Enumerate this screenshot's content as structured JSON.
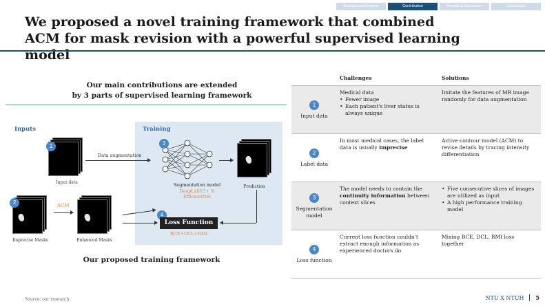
{
  "nav": {
    "tabs": [
      "Background Analysis",
      "Contribution",
      "Results & Discussion",
      "Conclusion"
    ],
    "active_index": 1
  },
  "title": "We proposed a novel training framework that combined ACM for mask revision with a powerful supervised learning model",
  "left": {
    "heading_line1": "Our main contributions are extended",
    "heading_line2": "by 3 parts of supervised learning framework",
    "inputs_label": "Inputs",
    "training_label": "Training",
    "input_data_caption": "Input data",
    "data_augmentation": "Data augmentation",
    "imprecise_masks_caption": "Imprecise Masks",
    "acm_label": "ACM",
    "enhanced_masks_caption": "Enhanced Masks",
    "segmentation_model_caption": "Segmentation model",
    "segmentation_model_sub": "DeepLabV3+ & EfficientNet",
    "prediction_caption": "Prediction",
    "loss_function": "Loss Function",
    "loss_sub": "BCE+DCL+RMI",
    "badges": [
      "1",
      "2",
      "3",
      "4"
    ],
    "footer_caption": "Our proposed training framework"
  },
  "table": {
    "headers": [
      "",
      "Challenges",
      "Solutions"
    ],
    "rows": [
      {
        "num": "1",
        "label": "Input data",
        "challenge_title": "Medical data",
        "challenge_bullets": [
          "Fewer image",
          "Each patient's liver status is always unique"
        ],
        "solution": "Imitate the features of MR image randomly for data augmentation"
      },
      {
        "num": "2",
        "label": "Label data",
        "challenge_pre": "In most medical cases, the label data is usually",
        "challenge_bold": "imprecise",
        "solution": "Active contour model (ACM) to revise details by tracing intensity differentiation"
      },
      {
        "num": "3",
        "label": "Segmentation model",
        "challenge_pre": "The model needs to contain the",
        "challenge_bold": "continuity information",
        "challenge_post": "between context slices",
        "solution_bullets": [
          "Five consecutive slices of images are utilized as input",
          "A high performance training model"
        ]
      },
      {
        "num": "4",
        "label": "Loss function",
        "challenge": "Current loss function couldn't extract enough information as experienced doctors do",
        "solution": "Mixing BCE, DCL, RMI loss together"
      }
    ]
  },
  "source": "Source: our research",
  "footer": {
    "org": "NTU X NTUH",
    "page": "5"
  },
  "colors": {
    "accent": "#1f4e79",
    "badge": "#4a87c8",
    "orange": "#e08a3c",
    "training_bg": "#dde8f3"
  }
}
